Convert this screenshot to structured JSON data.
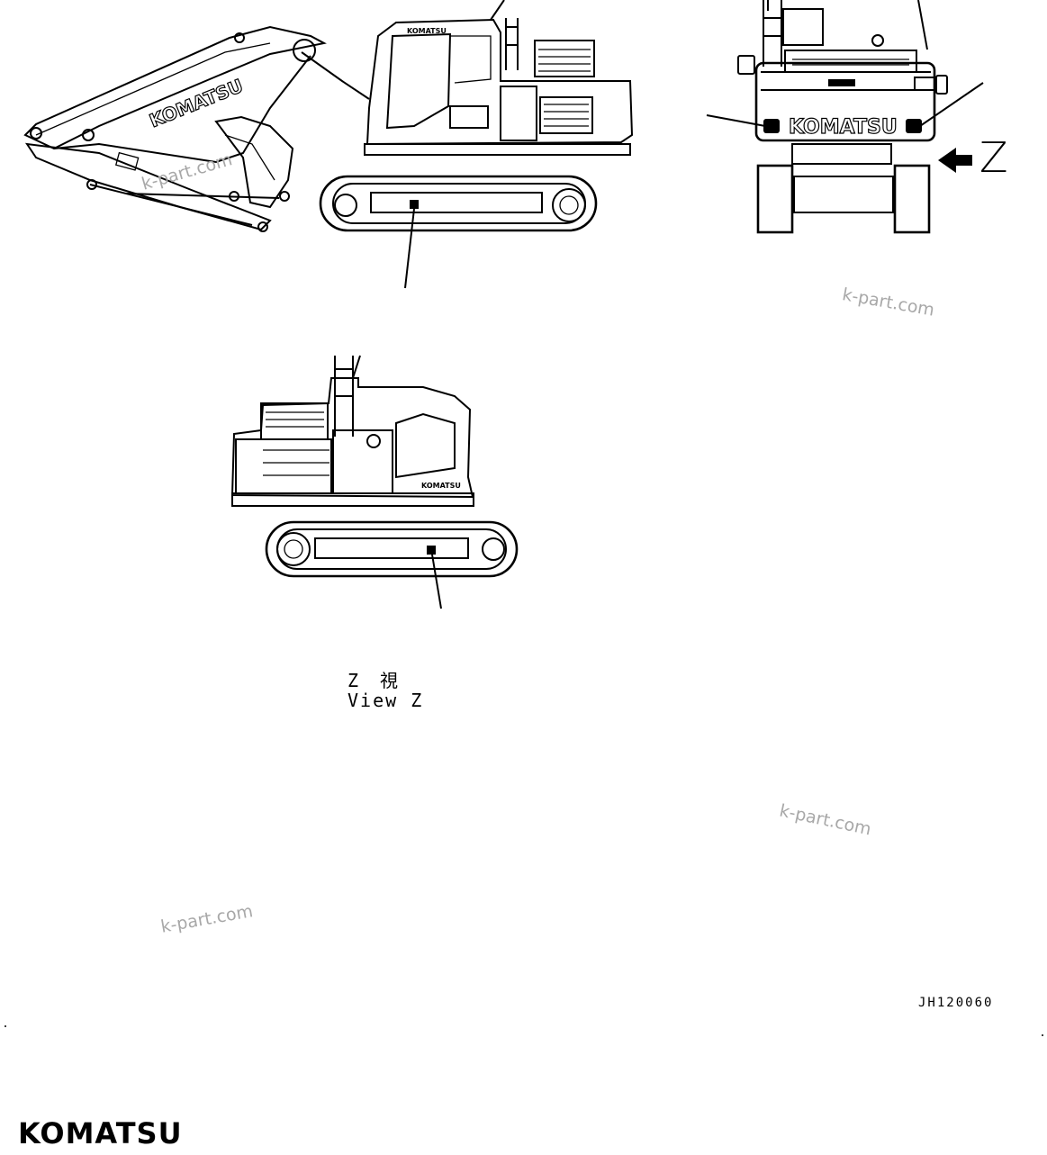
{
  "view_caption": {
    "line1": "Z　視",
    "line2": "View Z"
  },
  "direction_marker": "Z",
  "drawing_number": "JH120060",
  "watermark": "k-part.com",
  "brand_logo": "KOMATSU",
  "machine_branding": {
    "boom": "KOMATSU",
    "cab": "KOMATSU",
    "counterweight": "KOMATSU"
  },
  "colors": {
    "line": "#000000",
    "watermark": "#a8a8a8",
    "background": "#ffffff"
  }
}
